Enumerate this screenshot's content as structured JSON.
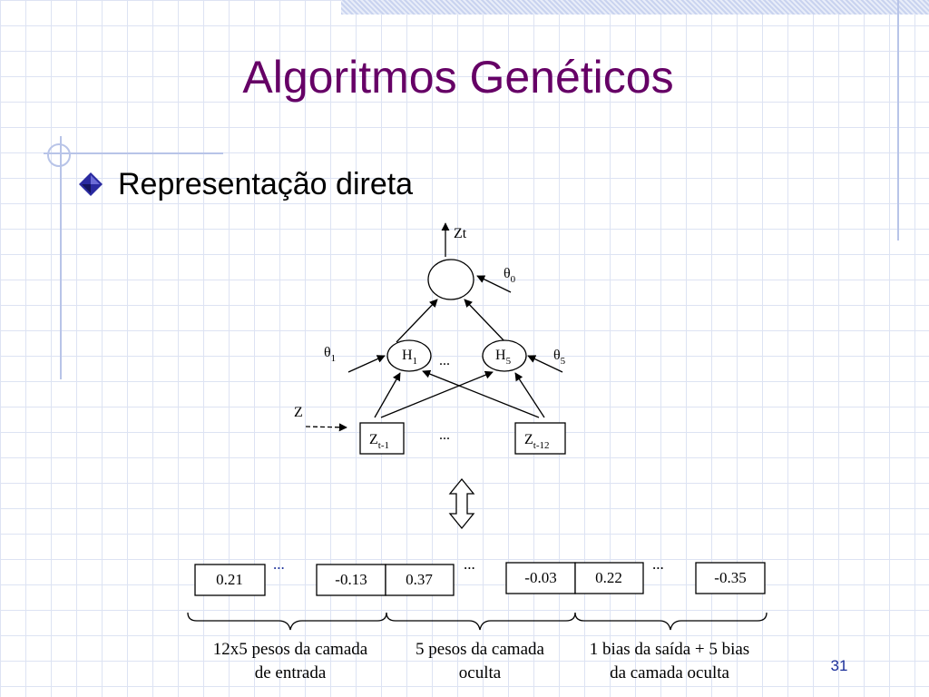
{
  "slide": {
    "title": "Algoritmos Genéticos",
    "bullet": "Representação direta",
    "page_number": "31"
  },
  "network": {
    "output_label": "Zt",
    "theta0": "θ",
    "theta0_sub": "0",
    "theta1": "θ",
    "theta1_sub": "1",
    "theta5": "θ",
    "theta5_sub": "5",
    "h1": "H",
    "h1_sub": "1",
    "h5": "H",
    "h5_sub": "5",
    "hidden_ellipsis": "...",
    "input_ellipsis": "...",
    "input_label": "Z",
    "zt1": "Z",
    "zt1_sub": "t-1",
    "zt12": "Z",
    "zt12_sub": "t-12"
  },
  "chromosome": {
    "genes": [
      "0.21",
      "-0.13",
      "0.37",
      "-0.03",
      "0.22",
      "-0.35"
    ],
    "ellipses": [
      "...",
      "...",
      "..."
    ]
  },
  "groups": [
    {
      "line1": "12x5 pesos da camada",
      "line2": "de entrada"
    },
    {
      "line1": "5 pesos da camada",
      "line2": "oculta"
    },
    {
      "line1": "1 bias da saída + 5 bias",
      "line2": "da camada oculta"
    }
  ],
  "colors": {
    "title": "#660066",
    "grid": "#dde3f3",
    "decoration": "#b8c4e8",
    "bullet": "#2a2aa0",
    "page_number": "#1a2e99"
  }
}
